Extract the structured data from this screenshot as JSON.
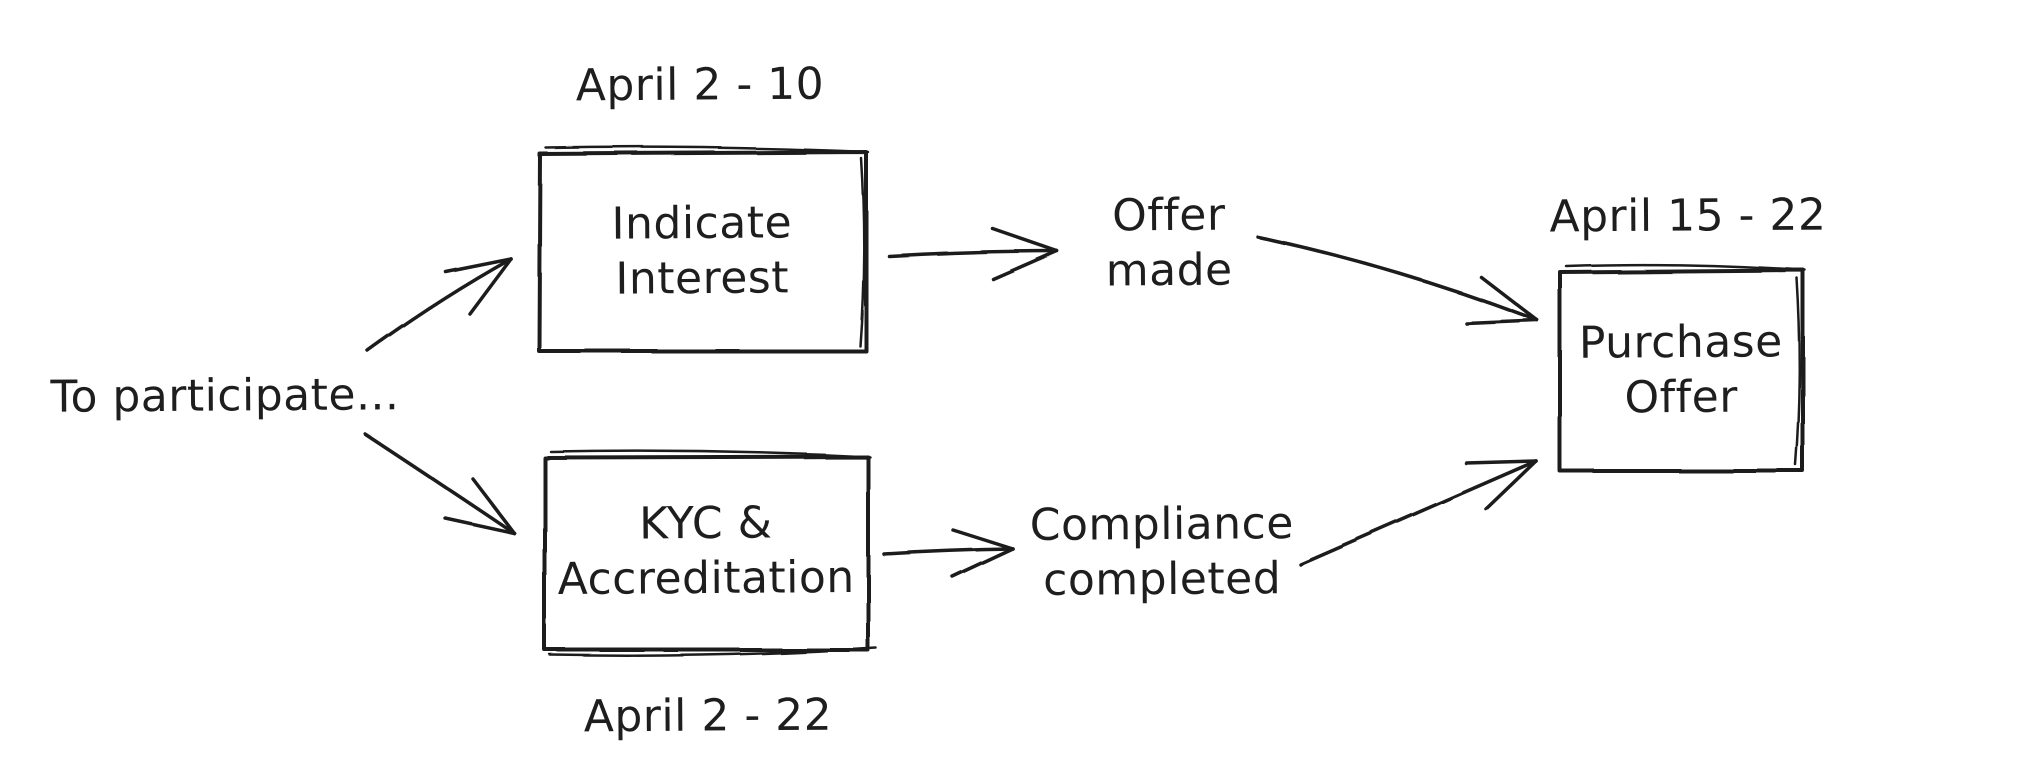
{
  "diagram": {
    "colors": {
      "stroke": "#1e1e1e",
      "background": "#ffffff"
    },
    "start_label": "To participate...",
    "boxes": {
      "indicate_interest": {
        "label": "Indicate\nInterest",
        "date": "April 2 - 10"
      },
      "kyc_accreditation": {
        "label": "KYC &\nAccreditation",
        "date": "April 2 - 22"
      },
      "purchase_offer": {
        "label": "Purchase\nOffer",
        "date": "April 15 - 22"
      }
    },
    "milestones": {
      "offer_made": "Offer\nmade",
      "compliance_completed": "Compliance\ncompleted"
    },
    "edges": [
      {
        "from": "to-participate",
        "to": "indicate-interest"
      },
      {
        "from": "to-participate",
        "to": "kyc-accreditation"
      },
      {
        "from": "indicate-interest",
        "to": "offer-made"
      },
      {
        "from": "offer-made",
        "to": "purchase-offer"
      },
      {
        "from": "kyc-accreditation",
        "to": "compliance-completed"
      },
      {
        "from": "compliance-completed",
        "to": "purchase-offer"
      }
    ]
  }
}
